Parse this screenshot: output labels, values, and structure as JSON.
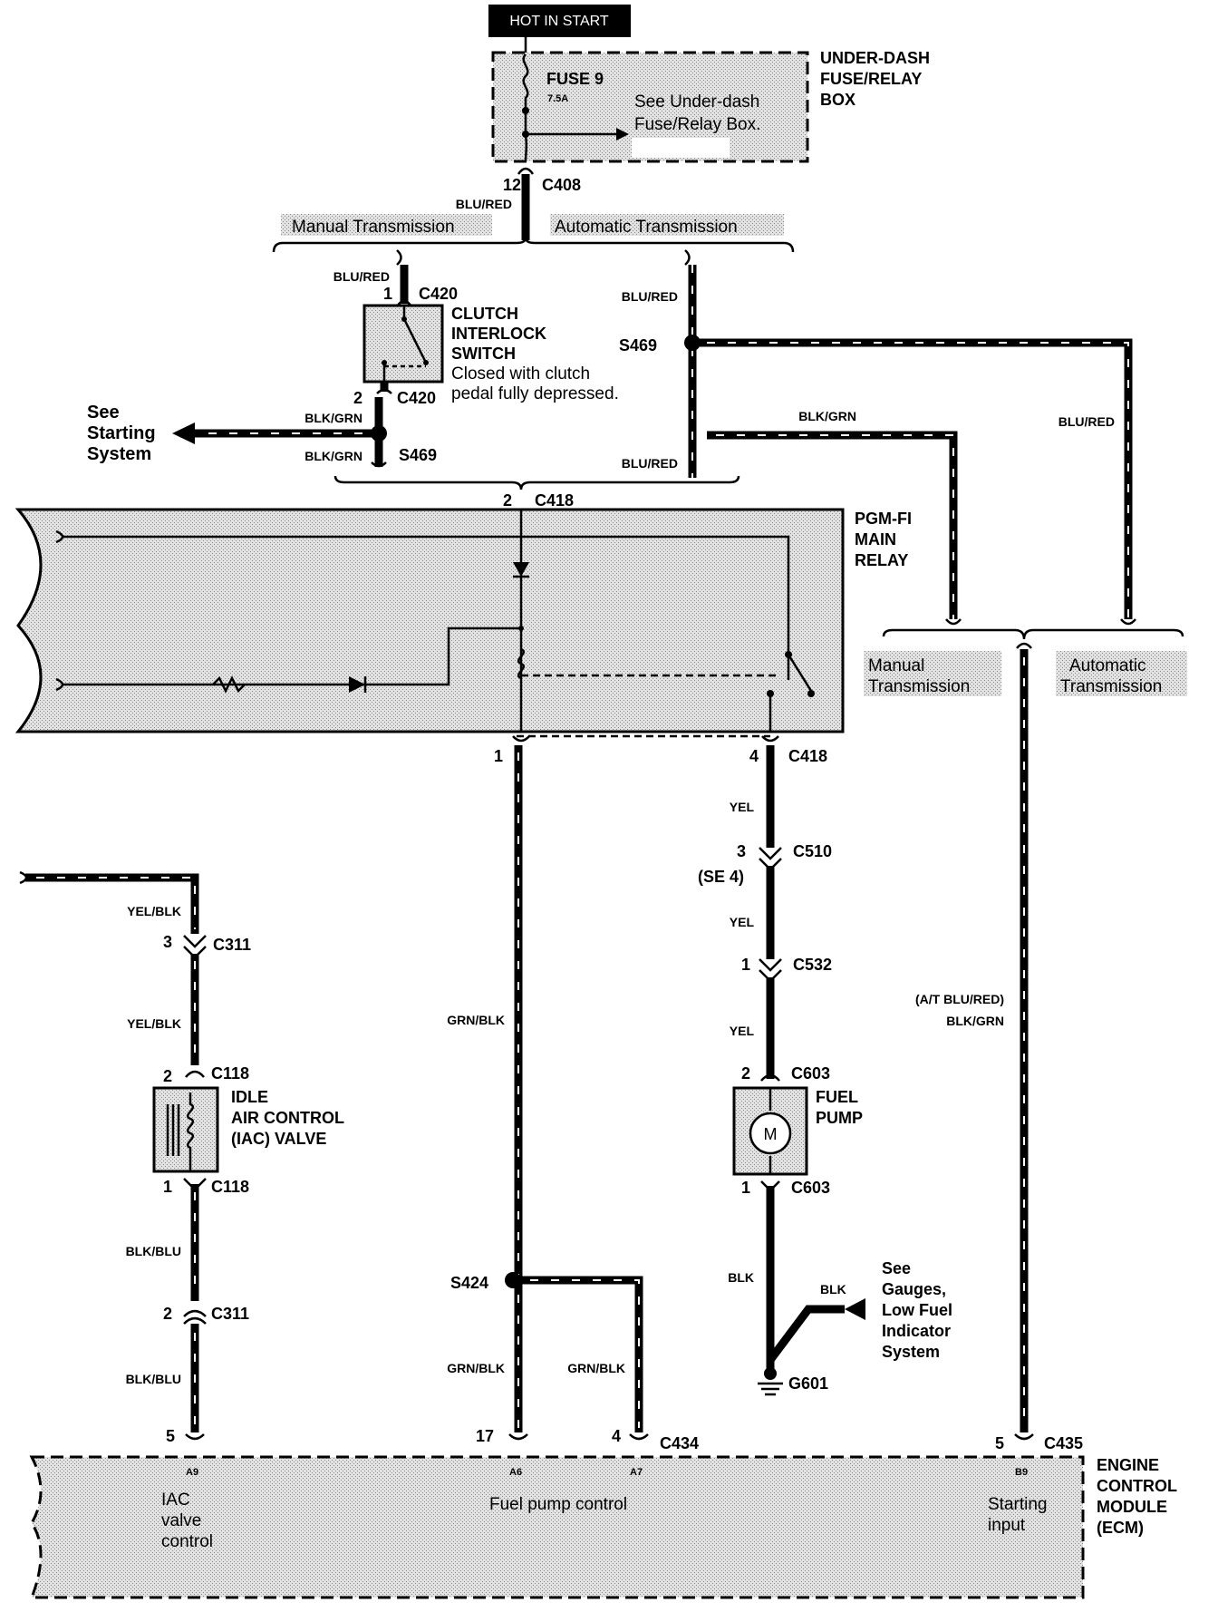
{
  "header": {
    "power_label": "HOT IN START"
  },
  "fuse_box": {
    "title_lines": [
      "UNDER-DASH",
      "FUSE/RELAY",
      "BOX"
    ],
    "fuse_name": "FUSE 9",
    "fuse_rating": "7.5A",
    "ref_lines": [
      "See Under-dash",
      "Fuse/Relay Box."
    ]
  },
  "connectors": {
    "c408": "C408",
    "c408_pin": "12",
    "c420_top": "C420",
    "c420_top_pin": "1",
    "c420_bot": "C420",
    "c420_bot_pin": "2",
    "s469_a": "S469",
    "s469_b": "S469",
    "c418_top": "C418",
    "c418_top_pin": "2",
    "c418_bot": "C418",
    "c418_pin1": "1",
    "c418_pin4": "4",
    "c510": "C510",
    "c510_pin": "3",
    "se4": "(SE 4)",
    "c532": "C532",
    "c532_pin": "1",
    "c603_top": "C603",
    "c603_top_pin": "2",
    "c603_bot": "C603",
    "c603_bot_pin": "1",
    "g601": "G601",
    "c311_top": "C311",
    "c311_top_pin": "3",
    "c118_top": "C118",
    "c118_top_pin": "2",
    "c118_bot": "C118",
    "c118_bot_pin": "1",
    "c311_bot": "C311",
    "c311_bot_pin": "2",
    "s424": "S424",
    "c434": "C434",
    "c434_pin": "4",
    "ecm_pin5": "5",
    "ecm_pin17": "17",
    "c435": "C435",
    "c435_pin": "5"
  },
  "wires": {
    "blu_red_1": "BLU/RED",
    "blu_red_2": "BLU/RED",
    "blu_red_3": "BLU/RED",
    "blu_red_4": "BLU/RED",
    "blu_red_5": "BLU/RED",
    "blk_grn_1": "BLK/GRN",
    "blk_grn_2": "BLK/GRN",
    "blk_grn_3": "BLK/GRN",
    "yel_1": "YEL",
    "yel_2": "YEL",
    "yel_3": "YEL",
    "blk_1": "BLK",
    "blk_2": "BLK",
    "yel_blk_1": "YEL/BLK",
    "yel_blk_2": "YEL/BLK",
    "blk_blu_1": "BLK/BLU",
    "blk_blu_2": "BLK/BLU",
    "grn_blk_1": "GRN/BLK",
    "grn_blk_2": "GRN/BLK",
    "grn_blk_3": "GRN/BLK",
    "at_blu_red": "(A/T BLU/RED)"
  },
  "transmission": {
    "manual": "Manual Transmission",
    "automatic": "Automatic Transmission",
    "manual_lines": [
      "Manual",
      "Transmission"
    ],
    "automatic_lines": [
      "Automatic",
      "Transmission"
    ]
  },
  "components": {
    "clutch_switch": {
      "title_lines": [
        "CLUTCH",
        "INTERLOCK",
        "SWITCH"
      ],
      "note_lines": [
        "Closed with clutch",
        "pedal fully depressed."
      ]
    },
    "starting_ref": [
      "See",
      "Starting",
      "System"
    ],
    "main_relay": [
      "PGM-FI",
      "MAIN",
      "RELAY"
    ],
    "iac_valve": [
      "IDLE",
      "AIR CONTROL",
      "(IAC) VALVE"
    ],
    "fuel_pump": [
      "FUEL",
      "PUMP"
    ],
    "motor_symbol": "M",
    "gauges_ref": [
      "See",
      "Gauges,",
      "Low Fuel",
      "Indicator",
      "System"
    ]
  },
  "ecm": {
    "title_lines": [
      "ENGINE",
      "CONTROL",
      "MODULE",
      "(ECM)"
    ],
    "terminals": {
      "a9": "A9",
      "a6": "A6",
      "a7": "A7",
      "b9": "B9"
    },
    "iac_lines": [
      "IAC",
      "valve",
      "control"
    ],
    "fuel_pump_control": "Fuel pump control",
    "starting_lines": [
      "Starting",
      "input"
    ]
  }
}
